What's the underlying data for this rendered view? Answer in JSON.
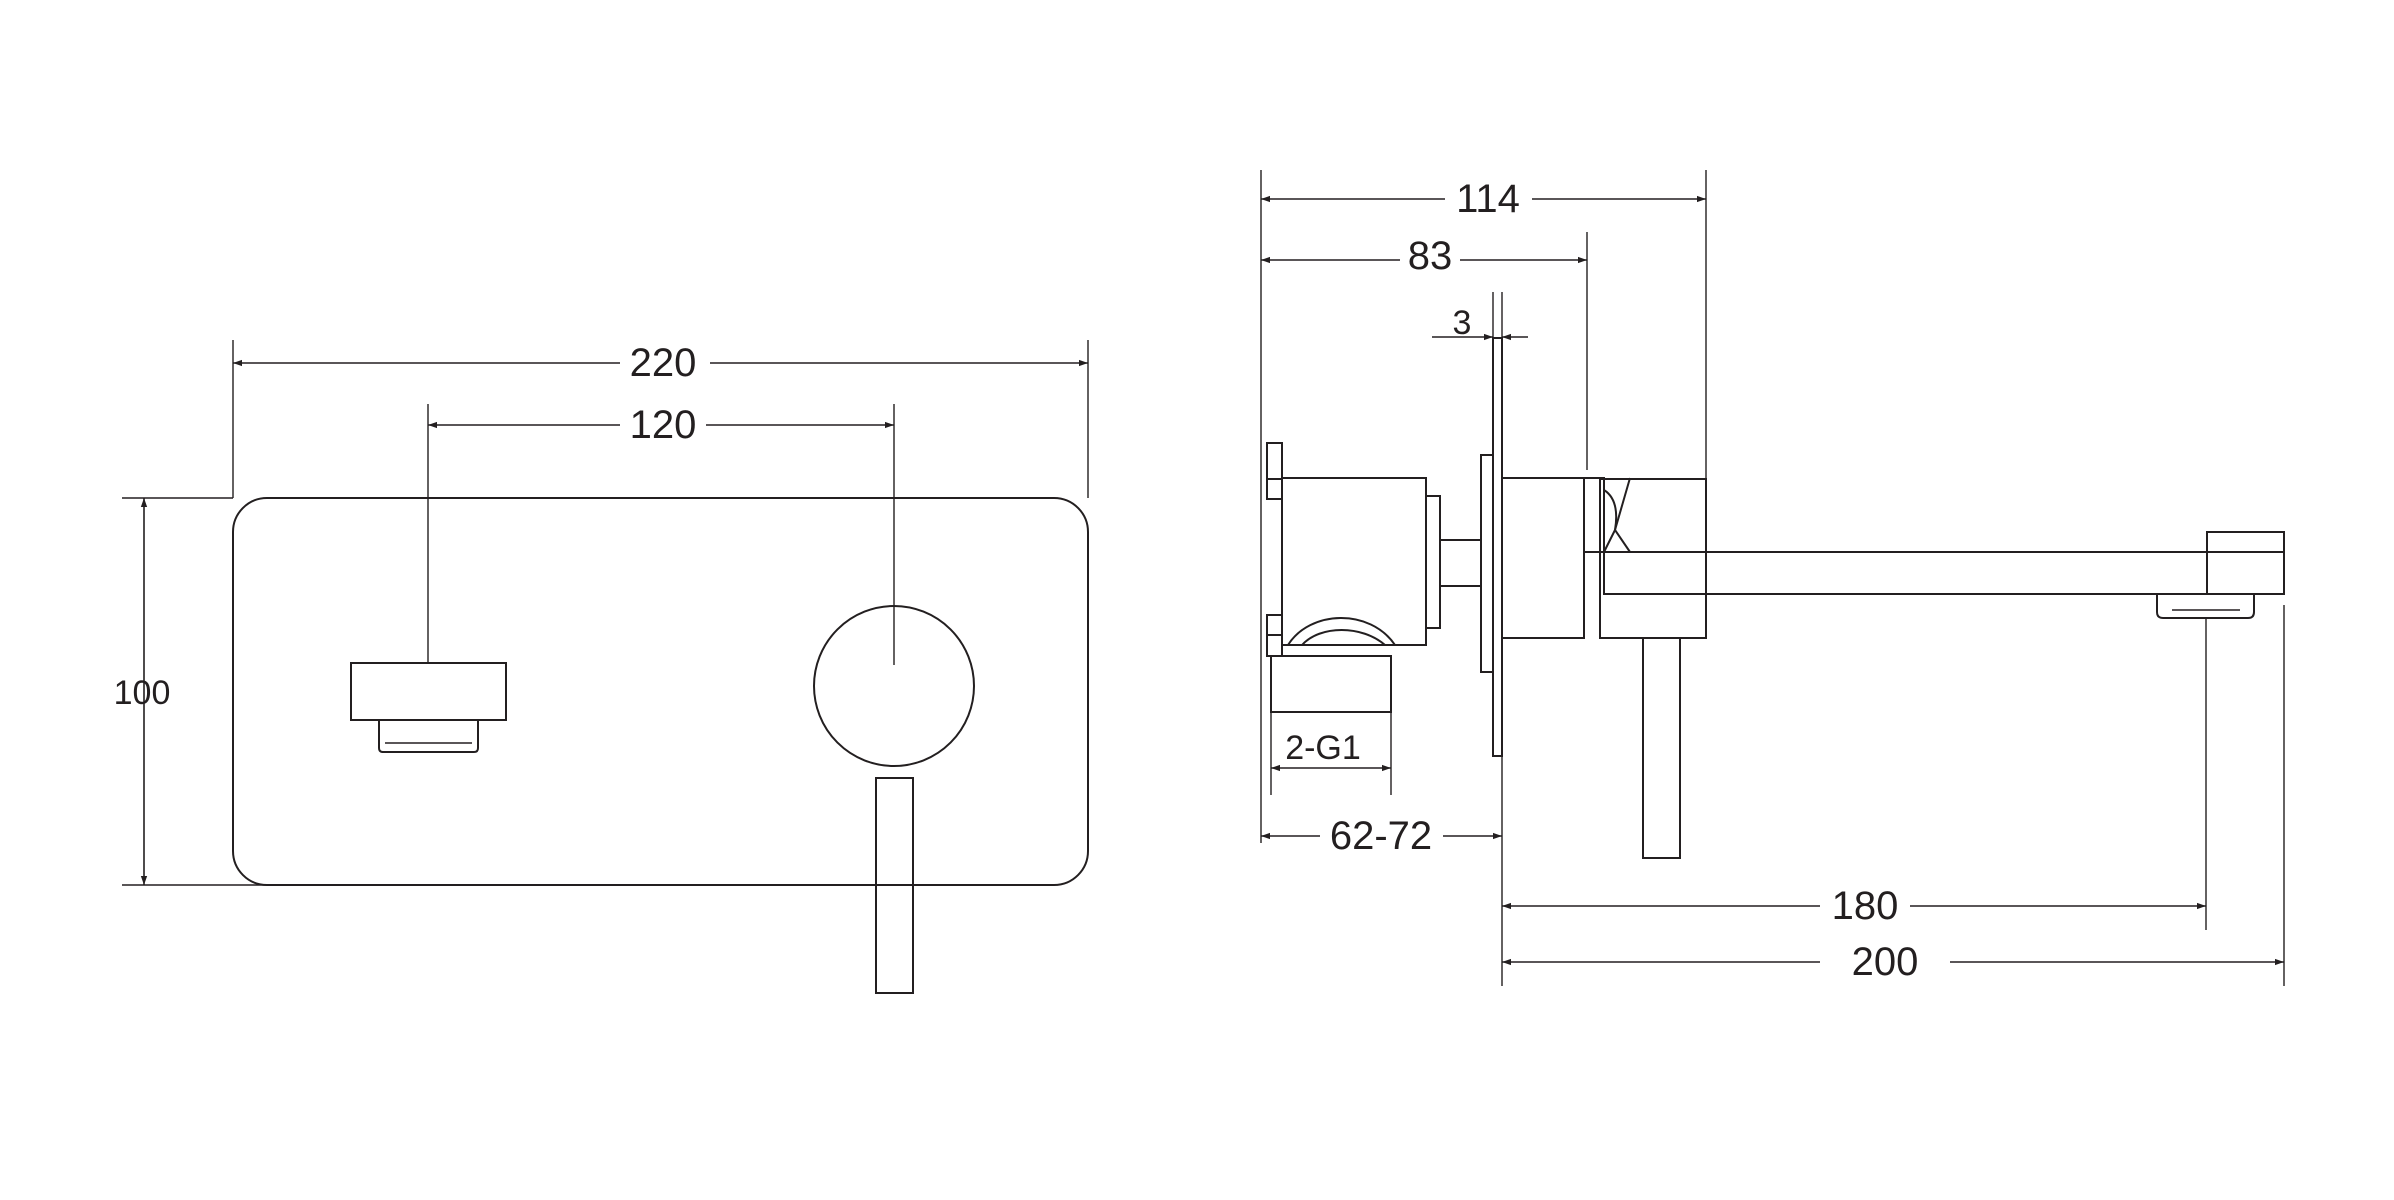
{
  "front_view": {
    "dim_plate_width": "220",
    "dim_outlet_spacing": "120",
    "dim_plate_height": "100"
  },
  "side_view": {
    "dim_total_depth": "114",
    "dim_body_depth": "83",
    "dim_plate_thickness": "3",
    "dim_connection": "2-G1",
    "dim_wall_range": "62-72",
    "dim_spout_outlet": "180",
    "dim_spout_length": "200"
  },
  "colors": {
    "line": "#231f20",
    "background": "#ffffff"
  }
}
